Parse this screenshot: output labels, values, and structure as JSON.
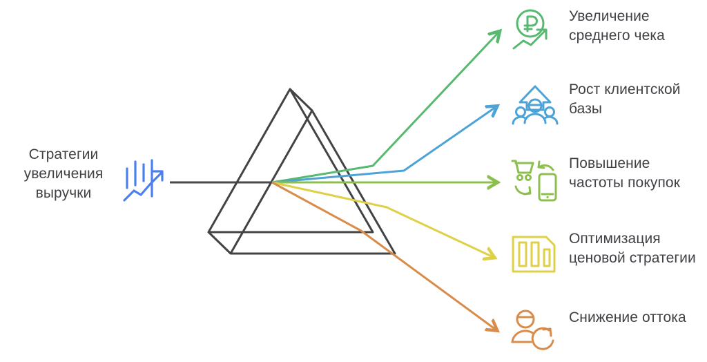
{
  "diagram": {
    "type": "prism-split",
    "source": {
      "label": "Стратегии увеличения выручки",
      "icon": "revenue-chart-arrow-icon",
      "icon_color": "#4a7ff0",
      "beam_color": "#4a4a4a"
    },
    "prism": {
      "name": "triangular-prism",
      "stroke_color": "#434343"
    },
    "outcomes": [
      {
        "label": "Увеличение среднего чека",
        "icon": "ruble-circle-rising-arrow-icon",
        "color": "#56b96f",
        "ray": "ray-average-check"
      },
      {
        "label": "Рост клиентской базы",
        "icon": "people-group-up-arrow-icon",
        "color": "#4ba3d7",
        "ray": "ray-client-base"
      },
      {
        "label": "Повышение частоты покупок",
        "icon": "cart-phone-cycle-icon",
        "color": "#8cbf4d",
        "ray": "ray-purchase-frequency"
      },
      {
        "label": "Оптимизация ценовой стратегии",
        "icon": "price-tag-bars-icon",
        "color": "#ded147",
        "ray": "ray-price-strategy"
      },
      {
        "label": "Снижение оттока",
        "icon": "person-retention-arrow-icon",
        "color": "#d98b4a",
        "ray": "ray-churn-reduction"
      }
    ]
  }
}
